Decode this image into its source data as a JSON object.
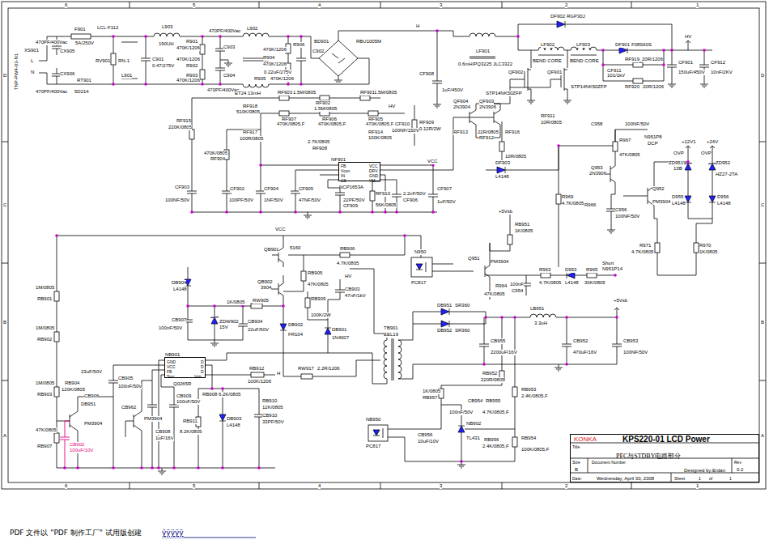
{
  "diagram": {
    "nodes": [
      {
        "text": [
          "NF901",
          "FB",
          "Vcon",
          "IN",
          "CS",
          "VCC",
          "DRV",
          "GND",
          "VM",
          "NCP1653A"
        ]
      },
      {
        "text": [
          "NB901",
          "GND",
          "VCC",
          "FB",
          "Sinc",
          "D",
          "D",
          "D",
          "Vstr",
          "Q0265R"
        ]
      },
      {
        "text": [
          "KONKA",
          "KPS220-01 LCD Power",
          "Title",
          "PFC与STDBY电路部分",
          "Size",
          "B",
          "Document Number",
          "Rev",
          "0.2",
          "Designed by:Erdan",
          "Date:",
          "Wednesday, April 30, 2008",
          "Sheet",
          "1",
          "of",
          "1"
        ]
      }
    ],
    "labels": [
      "6",
      "5",
      "4",
      "3",
      "2",
      "1",
      "6",
      "5",
      "4",
      "3",
      "2",
      "1",
      "D",
      "C",
      "B",
      "A",
      "D",
      "C",
      "B",
      "A",
      "F901",
      "5A/250V",
      "470PF/400Vac",
      "CX905",
      "XS901",
      "L",
      "N",
      "TNP-PW4-03-N1",
      "CX906",
      "470PF/400Vac",
      "RT901",
      "5D214",
      "LCL-F112",
      "RV901",
      "RN-1",
      "L901",
      "L903",
      "190UH",
      "C901",
      "0.47/275V",
      "R901",
      "470K/1206",
      "470K/1206",
      "R902",
      "R903",
      "470K/1206",
      "470PF/400Vac",
      "C903",
      "C904",
      "470PF/400Vac",
      "L902",
      "ET24 13mH",
      "R906",
      "470K/1206",
      "R904",
      "470K/1206",
      "C902",
      "0.22uF/275V",
      "R905",
      "470K/1206",
      "BD901",
      "RBU1005M",
      "H",
      "RF903",
      "1.5M/0805",
      "RF902",
      "1.5M/0805",
      "RF901",
      "1.5M/0805",
      "CF908",
      "1uF/450V",
      "RF915",
      "220K/0805",
      "RF918",
      "510K/0805",
      "RF907",
      "470K/0805,F",
      "RF906",
      "470K/0805,F",
      "HV",
      "RF905",
      "470K/0805,F",
      "CF910",
      "RF914",
      "100K/0805",
      "100NF/150V",
      "RF909",
      "0.12R/2W",
      "RF917",
      "100R/0805",
      "2.7K/0805",
      "RF908",
      "VCC",
      "470K/0805",
      "RF904",
      "CF903",
      "100NF/50V",
      "CF902",
      "100PF/50V",
      "CF904",
      "1NF/50V",
      "CF905",
      "47NF/50V",
      "22PF/50V",
      "CF909",
      "RF910",
      "56K/0805",
      "2.2nF/50V",
      "CF906",
      "CF907",
      "1uF/50V",
      "LF901",
      "0.6mH/PQ3225 JLC3322",
      "DF902",
      "RGP30J",
      "LF902",
      "BEND CORE",
      "LF903",
      "BEND CORE",
      "DF901",
      "F08S60S",
      "20R/1206",
      "RF919",
      "CF911",
      "101/1kV",
      "RF920",
      "20R/1206",
      "HV",
      "CF901",
      "150uF/450V",
      "CF912",
      "10nF/2KV",
      "QF902",
      "STP14NK50ZFP",
      "QF901",
      "STP14NK50ZFP",
      "QF904",
      "2N3904",
      "QF903",
      "2N3906",
      "RF913",
      "22R/0805",
      "RF912",
      "RF916",
      "10R/0805",
      "RF911",
      "10R/0805",
      "DF903",
      "L4148",
      "C958",
      "100NF/50V",
      "R967",
      "47K/0805",
      "N951P8",
      "DCP",
      "+12V1",
      "+24V",
      "OVP",
      "OVP",
      "ZD951",
      "13B",
      "ZD952",
      "HZ27-2TA",
      "Q953",
      "2N3906",
      "Q952",
      "PM3904",
      "D955",
      "L4148",
      "D956",
      "L4148",
      "R966",
      "C956",
      "100NF/50V",
      "R969",
      "4.7K/0805",
      "R971",
      "4.7K/0805",
      "R970",
      "1K/0805",
      "+5Vsb",
      "RB951",
      "1K/0805",
      "N950",
      "PC817",
      "Q951",
      "PM3904",
      "R963",
      "D953",
      "R965",
      "Short",
      "N951P14",
      "R964",
      "47K/0805",
      "100nF",
      "C954",
      "4.7K/0805",
      "L4148",
      "30K/0805",
      "DB951",
      "SR360",
      "DB952",
      "SR360",
      "LB951",
      "3.3uH",
      "+5Vsb",
      "CB955",
      "2200uF/16V",
      "CB952",
      "470uF/16V",
      "CB953",
      "100NF/50V",
      "RB952",
      "220R/0805",
      "1K/0805",
      "RB957",
      "RB953",
      "2.4K/0805,F",
      "CB954",
      "100nF/50V",
      "RB955",
      "4.7K/0805,F",
      "CB956",
      "10uF/10V",
      "NB902",
      "TL431",
      "RB956",
      "2.4K/0805,F",
      "RB954",
      "100K/0805,F",
      "VCC",
      "QB901",
      "5160",
      "RB906",
      "4.7K/0805",
      "RB905",
      "47K/0805",
      "QB902",
      "3904",
      "DB904",
      "L4148",
      "1K/0805",
      "RW905",
      "RB909",
      "100K/2W",
      "HV",
      "CB903",
      "47nF/1kV",
      "CB907",
      "100nF/50V",
      "ZDW902",
      "15V",
      "CB904",
      "22uF/50V",
      "DB902",
      "FR104",
      "DB901",
      "1N4007",
      "TB901",
      "EEL19",
      "RB912",
      "100K/1206",
      "H",
      "RW917",
      "2.2R/1206",
      "1M/0805",
      "RB901",
      "1M/0805",
      "RB902",
      "1M/0805",
      "RB903",
      "23uF/50V",
      "RB904",
      "CB905",
      "120K/0805",
      "CB906",
      "100nF/50V",
      "CB909",
      "100nF/50V",
      "RB908",
      "6.2K/0805",
      "RB910",
      "12K/0805",
      "DB951",
      "PM3904",
      "CB962",
      "PM3904",
      "CB908",
      "1uF/16V",
      "RB911",
      "8.2K/0805",
      "DB903",
      "L4148",
      "CB910",
      "33PF/50V",
      "47K/0805",
      "RB907",
      "CB902",
      "100uF/10V",
      "NB950",
      "PC817",
      "PDF 文件以 \"PDF 制作工厂\" 试用版创建",
      "ÿÿÿÿÿ"
    ]
  }
}
